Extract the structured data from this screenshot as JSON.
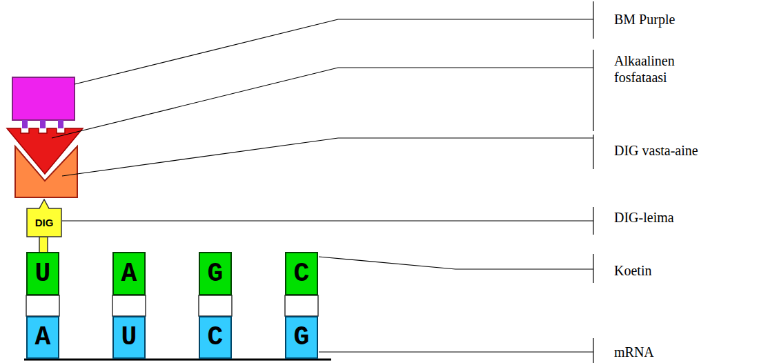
{
  "diagram": {
    "nodes": [
      {
        "text": [
          "DIG"
        ]
      },
      {
        "text": [
          "U"
        ]
      },
      {
        "text": [
          "A"
        ]
      },
      {
        "text": [
          "G"
        ]
      },
      {
        "text": [
          "C"
        ]
      },
      {
        "text": [
          "A"
        ]
      },
      {
        "text": [
          "U"
        ]
      },
      {
        "text": [
          "C"
        ]
      },
      {
        "text": [
          "G"
        ]
      }
    ],
    "labels": [
      "BM Purple",
      "Alkaalinen fosfataasi",
      "DIG vasta-aine",
      "DIG-leima",
      "Koetin",
      "mRNA"
    ]
  }
}
